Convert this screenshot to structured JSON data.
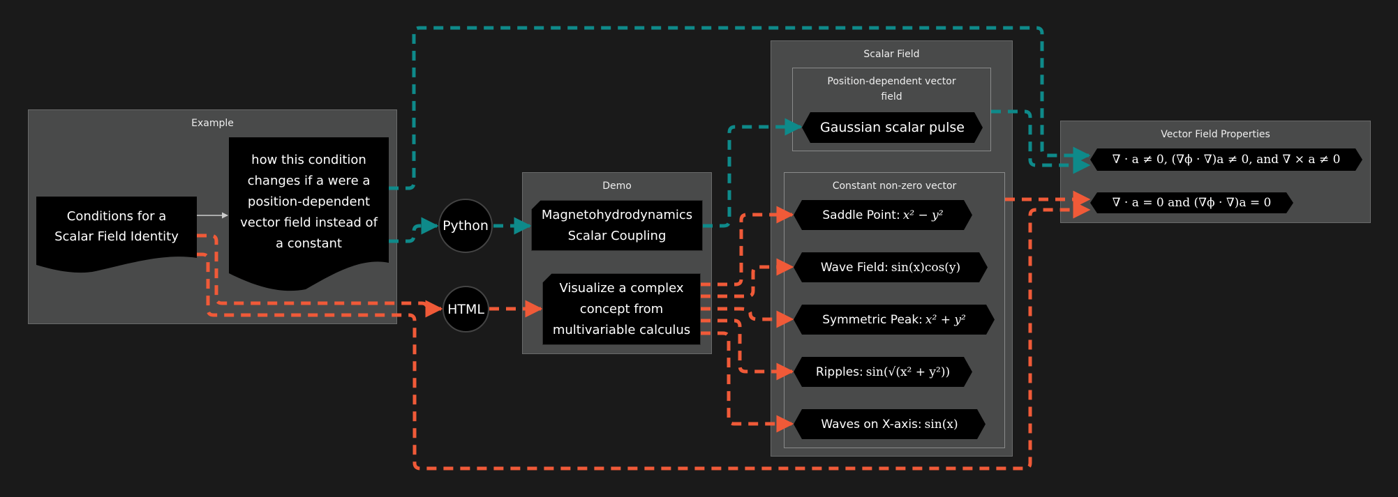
{
  "colors": {
    "background": "#1a1a1a",
    "group_fill": "#494a4a",
    "node_fill": "#000000",
    "teal_edge": "#0e8a8a",
    "orange_edge": "#f05a38",
    "solid_edge": "#cccccc"
  },
  "groups": {
    "example": {
      "title": "Example"
    },
    "demo": {
      "title": "Demo"
    },
    "scalar_field": {
      "title": "Scalar Field"
    },
    "position_dependent": {
      "title": "Position-dependent vector field"
    },
    "constant_vector": {
      "title": "Constant non-zero vector"
    },
    "vector_props": {
      "title": "Vector Field Properties"
    }
  },
  "nodes": {
    "conditions": {
      "label": "Conditions for a Scalar Field Identity"
    },
    "how_changes": {
      "label": "how this condition changes if a were a position-dependent vector field instead of a constant"
    },
    "python": {
      "label": "Python"
    },
    "html": {
      "label": "HTML"
    },
    "mhd": {
      "label": "Magnetohydrodynamics Scalar Coupling"
    },
    "visualize": {
      "label": "Visualize a complex concept from multivariable calculus"
    },
    "gaussian": {
      "label": "Gaussian scalar pulse"
    },
    "saddle": {
      "label": "Saddle Point: ",
      "math": "x² − y²"
    },
    "wave_field": {
      "label": "Wave Field: ",
      "math": "sin(x)cos(y)"
    },
    "symmetric_peak": {
      "label": "Symmetric Peak: ",
      "math": "x² + y²"
    },
    "ripples": {
      "label": "Ripples: ",
      "math": "sin(√(x² + y²))"
    },
    "waves_x": {
      "label": "Waves on X-axis: ",
      "math": "sin(x)"
    },
    "prop_nonzero": {
      "math": "∇ · a ≠ 0, (∇ϕ · ∇)a ≠ 0, and ∇ × a ≠ 0"
    },
    "prop_zero": {
      "math": "∇ · a = 0 and (∇ϕ · ∇)a = 0"
    }
  },
  "edges": [
    {
      "from": "conditions",
      "to": "how_changes",
      "style": "solid"
    },
    {
      "from": "how_changes",
      "to": "prop_nonzero",
      "style": "teal-dashed"
    },
    {
      "from": "how_changes",
      "to": "python",
      "style": "teal-dashed"
    },
    {
      "from": "python",
      "to": "mhd",
      "style": "teal-dashed"
    },
    {
      "from": "mhd",
      "to": "gaussian",
      "style": "teal-dashed"
    },
    {
      "from": "gaussian",
      "to": "prop_nonzero",
      "style": "teal-dashed"
    },
    {
      "from": "conditions",
      "to": "html",
      "style": "orange-dashed"
    },
    {
      "from": "conditions",
      "to": "prop_zero",
      "style": "orange-dashed"
    },
    {
      "from": "html",
      "to": "visualize",
      "style": "orange-dashed"
    },
    {
      "from": "visualize",
      "to": "saddle",
      "style": "orange-dashed"
    },
    {
      "from": "visualize",
      "to": "wave_field",
      "style": "orange-dashed"
    },
    {
      "from": "visualize",
      "to": "symmetric_peak",
      "style": "orange-dashed"
    },
    {
      "from": "visualize",
      "to": "ripples",
      "style": "orange-dashed"
    },
    {
      "from": "visualize",
      "to": "waves_x",
      "style": "orange-dashed"
    },
    {
      "from": "constant_vector",
      "to": "prop_zero",
      "style": "orange-dashed"
    }
  ]
}
